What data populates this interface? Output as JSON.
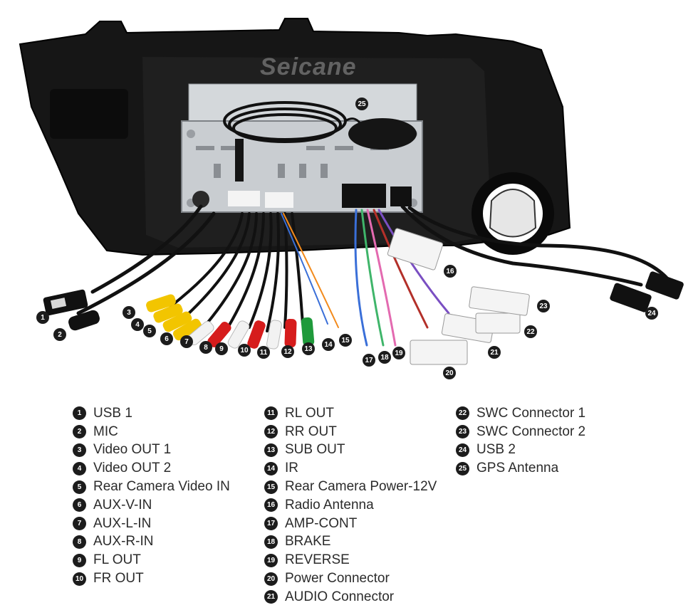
{
  "watermark": "Seicane",
  "colors": {
    "bezel": "#161616",
    "chassis": "#c9cdd1",
    "rca_yellow": "#f2c500",
    "rca_white": "#f2f2f2",
    "rca_red": "#d61c1c",
    "rca_green": "#1f9a3b",
    "wire_blue": "#3a6fd8",
    "wire_orange": "#f28a1c",
    "connector_white": "#f4f4f4",
    "marker_dark": "#1c1c1c"
  },
  "markers": [
    {
      "n": "1"
    },
    {
      "n": "2"
    },
    {
      "n": "3"
    },
    {
      "n": "4"
    },
    {
      "n": "5"
    },
    {
      "n": "6"
    },
    {
      "n": "7"
    },
    {
      "n": "8"
    },
    {
      "n": "9"
    },
    {
      "n": "10"
    },
    {
      "n": "11"
    },
    {
      "n": "12"
    },
    {
      "n": "13"
    },
    {
      "n": "14"
    },
    {
      "n": "15"
    },
    {
      "n": "16"
    },
    {
      "n": "17"
    },
    {
      "n": "18"
    },
    {
      "n": "19"
    },
    {
      "n": "20"
    },
    {
      "n": "21"
    },
    {
      "n": "22"
    },
    {
      "n": "23"
    },
    {
      "n": "24"
    },
    {
      "n": "25"
    }
  ],
  "legend": {
    "columns": [
      [
        {
          "n": "1",
          "label": "USB 1"
        },
        {
          "n": "2",
          "label": "MIC"
        },
        {
          "n": "3",
          "label": "Video OUT 1"
        },
        {
          "n": "4",
          "label": "Video OUT 2"
        },
        {
          "n": "5",
          "label": "Rear Camera Video IN"
        },
        {
          "n": "6",
          "label": "AUX-V-IN"
        },
        {
          "n": "7",
          "label": "AUX-L-IN"
        },
        {
          "n": "8",
          "label": "AUX-R-IN"
        },
        {
          "n": "9",
          "label": "FL OUT"
        },
        {
          "n": "10",
          "label": "FR OUT"
        }
      ],
      [
        {
          "n": "11",
          "label": "RL OUT"
        },
        {
          "n": "12",
          "label": "RR OUT"
        },
        {
          "n": "13",
          "label": "SUB OUT"
        },
        {
          "n": "14",
          "label": "IR"
        },
        {
          "n": "15",
          "label": "Rear Camera Power-12V"
        },
        {
          "n": "16",
          "label": "Radio Antenna"
        },
        {
          "n": "17",
          "label": "AMP-CONT"
        },
        {
          "n": "18",
          "label": "BRAKE"
        },
        {
          "n": "19",
          "label": "REVERSE"
        },
        {
          "n": "20",
          "label": "Power Connector"
        },
        {
          "n": "21",
          "label": "AUDIO Connector"
        }
      ],
      [
        {
          "n": "22",
          "label": "SWC Connector 1"
        },
        {
          "n": "23",
          "label": "SWC Connector 2"
        },
        {
          "n": "24",
          "label": "USB 2"
        },
        {
          "n": "25",
          "label": "GPS Antenna"
        }
      ]
    ]
  }
}
